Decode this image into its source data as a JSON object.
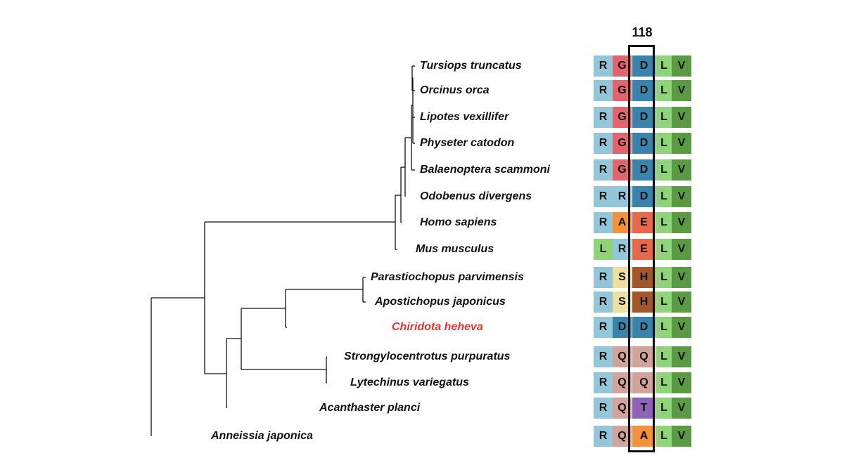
{
  "alignment_position": "118",
  "colors": {
    "R": "#93c6d8",
    "G": "#e0656e",
    "D": "#3a83ad",
    "L": "#90d47a",
    "V": "#5a9a43",
    "A": "#f3923b",
    "E": "#e8694a",
    "S": "#ebe0a0",
    "H": "#a2562a",
    "Q": "#d2a39c",
    "T": "#8e62b7",
    "highlight_text": "#e8332e"
  },
  "taxa": [
    {
      "name": "Tursiops truncatus",
      "residues": [
        "R",
        "G",
        "D",
        "L",
        "V"
      ],
      "highlight": false
    },
    {
      "name": "Orcinus orca",
      "residues": [
        "R",
        "G",
        "D",
        "L",
        "V"
      ],
      "highlight": false
    },
    {
      "name": "Lipotes vexillifer",
      "residues": [
        "R",
        "G",
        "D",
        "L",
        "V"
      ],
      "highlight": false
    },
    {
      "name": "Physeter catodon",
      "residues": [
        "R",
        "G",
        "D",
        "L",
        "V"
      ],
      "highlight": false
    },
    {
      "name": "Balaenoptera scammoni",
      "residues": [
        "R",
        "G",
        "D",
        "L",
        "V"
      ],
      "highlight": false
    },
    {
      "name": "Odobenus divergens",
      "residues": [
        "R",
        "R",
        "D",
        "L",
        "V"
      ],
      "highlight": false
    },
    {
      "name": "Homo sapiens",
      "residues": [
        "R",
        "A",
        "E",
        "L",
        "V"
      ],
      "highlight": false
    },
    {
      "name": "Mus musculus",
      "residues": [
        "L",
        "R",
        "E",
        "L",
        "V"
      ],
      "highlight": false
    },
    {
      "name": "Parastiochopus parvimensis",
      "residues": [
        "R",
        "S",
        "H",
        "L",
        "V"
      ],
      "highlight": false
    },
    {
      "name": "Apostichopus japonicus",
      "residues": [
        "R",
        "S",
        "H",
        "L",
        "V"
      ],
      "highlight": false
    },
    {
      "name": "Chiridota heheva",
      "residues": [
        "R",
        "D",
        "D",
        "L",
        "V"
      ],
      "highlight": true
    },
    {
      "name": "Strongylocentrotus purpuratus",
      "residues": [
        "R",
        "Q",
        "Q",
        "L",
        "V"
      ],
      "highlight": false
    },
    {
      "name": "Lytechinus variegatus",
      "residues": [
        "R",
        "Q",
        "Q",
        "L",
        "V"
      ],
      "highlight": false
    },
    {
      "name": "Acanthaster planci",
      "residues": [
        "R",
        "Q",
        "T",
        "L",
        "V"
      ],
      "highlight": false
    },
    {
      "name": "Anneissia japonica",
      "residues": [
        "R",
        "Q",
        "A",
        "L",
        "V"
      ],
      "highlight": false
    }
  ]
}
